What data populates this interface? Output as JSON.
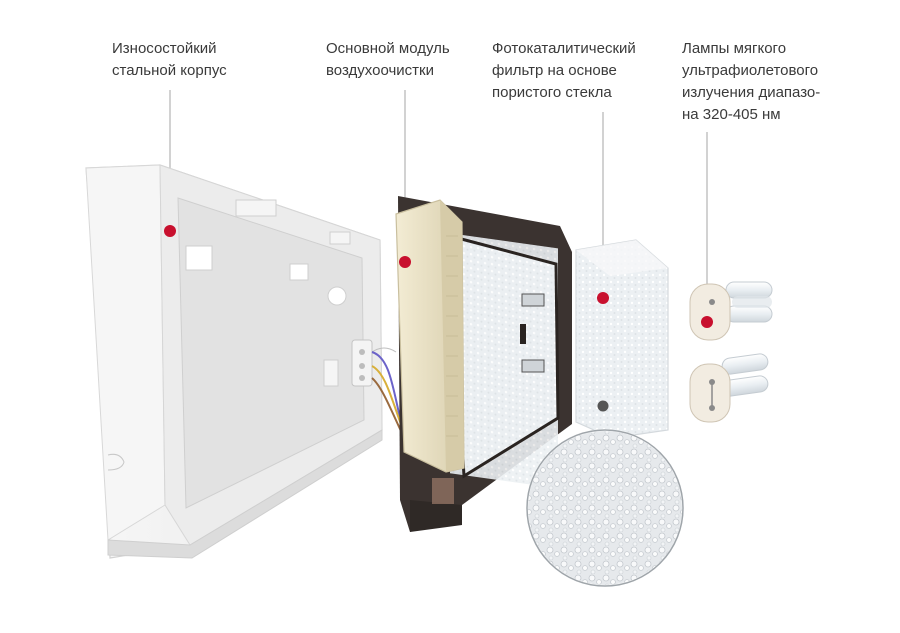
{
  "labels": {
    "housing": [
      "Износостойкий",
      "стальной корпус"
    ],
    "module": [
      "Основной модуль",
      "воздухоочистки"
    ],
    "filter": [
      "Фотокаталитический",
      "фильтр на основе",
      "пористого стекла"
    ],
    "lamps": [
      "Лампы мягкого",
      "ультрафиолетового",
      "излучения диапазо-",
      "на 320-405 нм"
    ]
  },
  "colors": {
    "marker": "#c8102e",
    "leader_line": "#b9b9b9",
    "text": "#3a3a3a",
    "housing": "#f4f4f4",
    "frame": "#3b3330",
    "module_body": "#ece3c7"
  }
}
